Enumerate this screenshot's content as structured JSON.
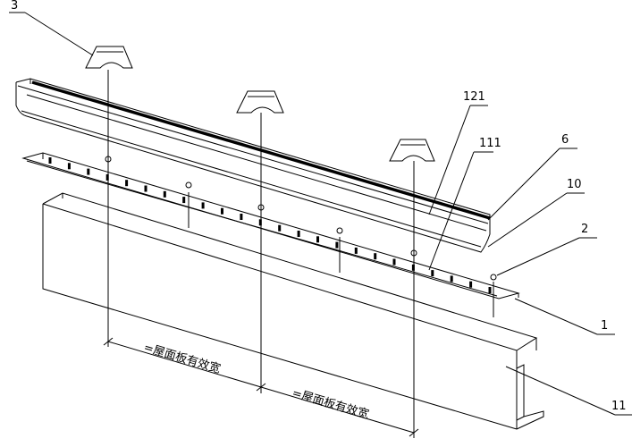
{
  "diagram": {
    "labels": {
      "l3": "3",
      "l121": "121",
      "l111": "111",
      "l6": "6",
      "l10": "10",
      "l2": "2",
      "l1": "1",
      "l11": "11"
    },
    "dimensions": {
      "span_left": "=屋面板有效宽",
      "span_right": "=屋面板有效宽"
    },
    "colors": {
      "ink": "#000000",
      "background": "#ffffff"
    }
  }
}
